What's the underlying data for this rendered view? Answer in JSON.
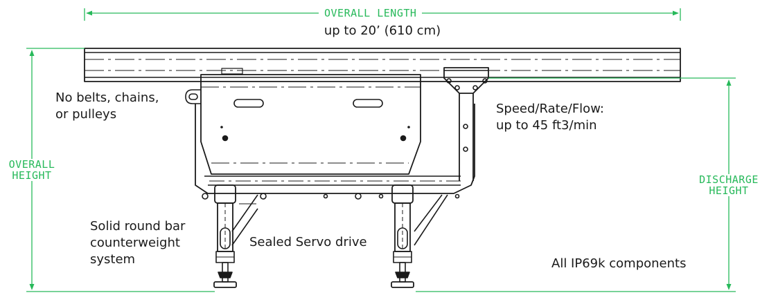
{
  "colors": {
    "dimension": "#27b95a",
    "line": "#1a1a1a",
    "background": "#ffffff"
  },
  "dimensions": {
    "overall_length": {
      "label": "OVERALL LENGTH",
      "value": "up to 20’ (610 cm)"
    },
    "overall_height": {
      "line1": "OVERALL",
      "line2": "HEIGHT"
    },
    "discharge_height": {
      "line1": "DISCHARGE",
      "line2": "HEIGHT"
    }
  },
  "callouts": {
    "no_belts": {
      "line1": "No belts, chains,",
      "line2": "or pulleys"
    },
    "speed": {
      "line1": "Speed/Rate/Flow:",
      "line2": "up to 45 ft3/min"
    },
    "counterweight": {
      "line1": "Solid round bar",
      "line2": "counterweight",
      "line3": "system"
    },
    "servo": "Sealed Servo drive",
    "ip69k": "All IP69k components"
  }
}
